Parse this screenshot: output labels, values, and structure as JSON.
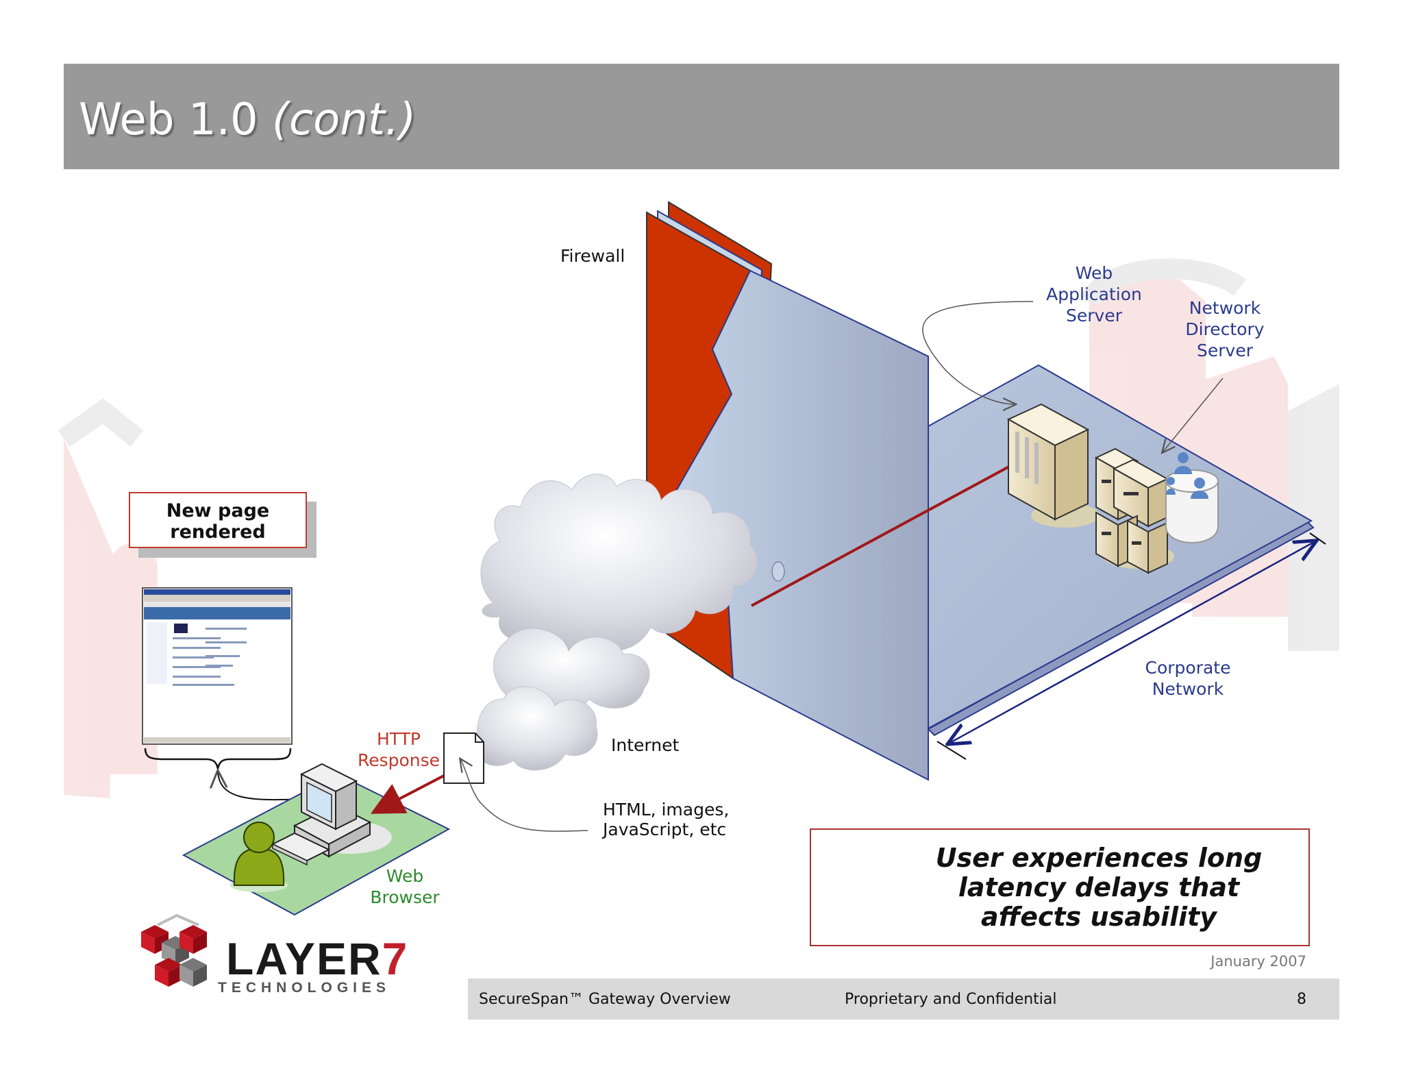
{
  "slide": {
    "title_main": "Web 1.0",
    "title_italic": "(cont.)"
  },
  "labels": {
    "firewall": "Firewall",
    "internet": "Internet",
    "web_app_server": [
      "Web",
      "Application",
      "Server"
    ],
    "network_directory_server": [
      "Network",
      "Directory",
      "Server"
    ],
    "corporate_network": [
      "Corporate",
      "Network"
    ],
    "http_response": [
      "HTTP",
      "Response"
    ],
    "payload": [
      "HTML, images,",
      "JavaScript, etc"
    ],
    "web_browser": [
      "Web",
      "Browser"
    ]
  },
  "callout": {
    "lines": [
      "New page",
      "rendered"
    ]
  },
  "notice": {
    "text": "User experiences long latency delays that affects usability"
  },
  "footer": {
    "product": "SecureSpan™ Gateway Overview",
    "confidentiality": "Proprietary and Confidential",
    "page_number": "8",
    "date": "January 2007"
  },
  "logo": {
    "word": "LAYER",
    "number": "7",
    "subtitle": "TECHNOLOGIES"
  },
  "colors": {
    "title_bar": "#999999",
    "firewall_red": "#cc3300",
    "panel_blue": "#b4c4dc",
    "navy_text": "#2a3a8c",
    "connection_red": "#a01818",
    "browser_green": "#2c8a2c"
  },
  "icons": [
    "computer-icon",
    "user-icon",
    "cloud-icon",
    "document-icon",
    "server-icon",
    "database-icon",
    "arrow-right-icon"
  ]
}
